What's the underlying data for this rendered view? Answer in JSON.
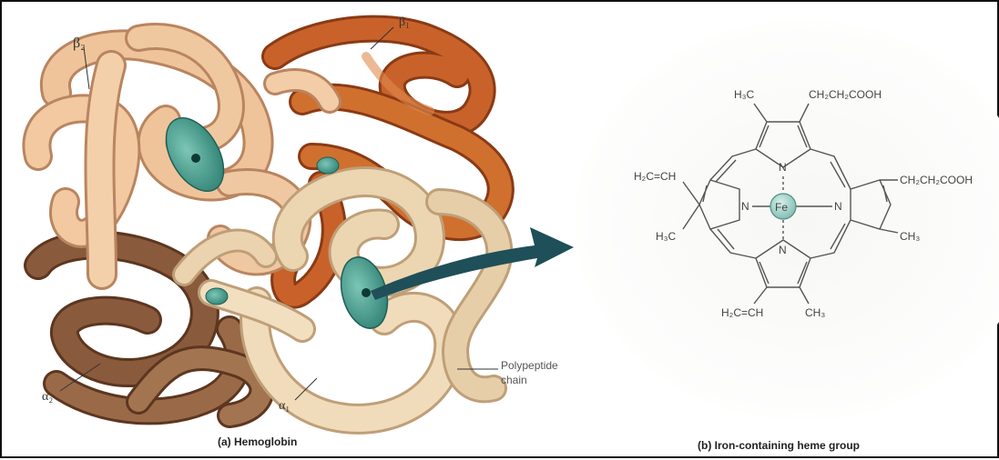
{
  "hemoglobin": {
    "labels": {
      "beta2": "β₂",
      "beta1": "β₁",
      "alpha2": "α₂",
      "alpha1": "α₁"
    },
    "polypeptide_line1": "Polypeptide",
    "polypeptide_line2": "chain",
    "caption": "(a)  Hemoglobin"
  },
  "heme": {
    "h3c_top": "H₃C",
    "propionate_top": "CH₂CH₂COOH",
    "vinyl_left": "H₂C=CH",
    "propionate_right": "CH₂CH₂COOH",
    "h3c_left": "H₃C",
    "ch3_right": "CH₃",
    "vinyl_bottom": "H₂C=CH",
    "ch3_bottom": "CH₃",
    "n_top": "N",
    "n_left": "N",
    "n_right": "N",
    "n_bottom": "N",
    "fe": "Fe",
    "caption": "(b)  Iron-containing heme group"
  },
  "colors": {
    "alpha_chain": "#8a5a3c",
    "beta1_chain": "#c8622a",
    "beta2_chain": "#e8b98c",
    "alpha1_chain": "#e6cfa8",
    "heme_disc": "#3f9a8a",
    "arrow": "#1f4f58"
  }
}
